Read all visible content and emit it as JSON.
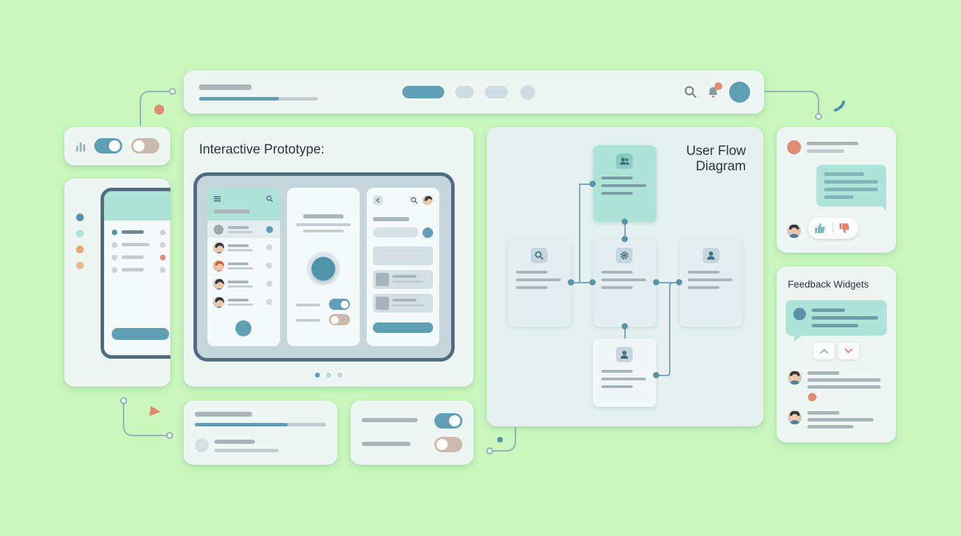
{
  "prototype": {
    "title": "Interactive Prototype:"
  },
  "user_flow": {
    "title_line1": "User Flow",
    "title_line2": "Diagram"
  },
  "feedback": {
    "title": "Feedback Widgets"
  },
  "colors": {
    "background": "#c9f7bd",
    "card": "#eef6f4",
    "accent_teal": "#5f9fb4",
    "mint": "#aee3d8",
    "coral": "#e08a72",
    "peach": "#e6a77c"
  },
  "icons": {
    "header": [
      "search-icon",
      "bell-icon",
      "avatar"
    ],
    "flow_nodes": [
      "users-icon",
      "search-icon",
      "gear-icon",
      "user-icon",
      "user-icon"
    ],
    "reactions": [
      "thumbs-up-icon",
      "thumbs-down-icon"
    ],
    "feedback": [
      "chevron-up-icon",
      "chevron-down-icon"
    ]
  },
  "carousel": {
    "pages": 3,
    "active": 1
  },
  "progress": {
    "header": 0.68,
    "bottom_card": 0.71
  },
  "toggles": {
    "top_left": [
      true,
      false
    ],
    "prototype_screen": [
      true,
      false
    ],
    "bottom_card": [
      true,
      false
    ]
  }
}
